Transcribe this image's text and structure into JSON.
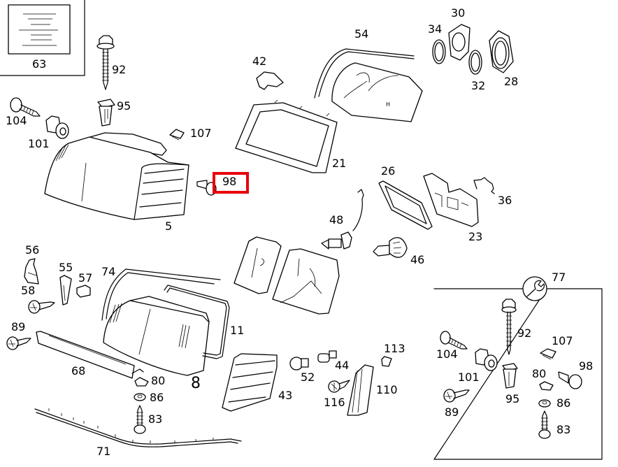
{
  "diagram": {
    "type": "exploded-parts-diagram",
    "subject": "Headlamp assembly",
    "highlight": {
      "label": "98",
      "color": "#e8000b"
    },
    "kit_box": {
      "icon": "wrench-icon",
      "label": "77"
    },
    "callouts": {
      "c63": "63",
      "c92": "92",
      "c95": "95",
      "c104": "104",
      "c101": "101",
      "c107": "107",
      "c5": "5",
      "c98": "98",
      "c42": "42",
      "c54": "54",
      "c21": "21",
      "c30": "30",
      "c34": "34",
      "c32": "32",
      "c28": "28",
      "c26": "26",
      "c36": "36",
      "c23": "23",
      "c48": "48",
      "c46": "46",
      "c56": "56",
      "c55": "55",
      "c57": "57",
      "c58": "58",
      "c74": "74",
      "c89": "89",
      "c11": "11",
      "c68": "68",
      "c80": "80",
      "c8": "8",
      "c86": "86",
      "c83": "83",
      "c71": "71",
      "c43": "43",
      "c52": "52",
      "c44": "44",
      "c113": "113",
      "c116": "116",
      "c110": "110",
      "c77": "77",
      "k92": "92",
      "k104": "104",
      "k107": "107",
      "k98": "98",
      "k101": "101",
      "k80": "80",
      "k95": "95",
      "k86": "86",
      "k89": "89",
      "k83": "83"
    }
  }
}
